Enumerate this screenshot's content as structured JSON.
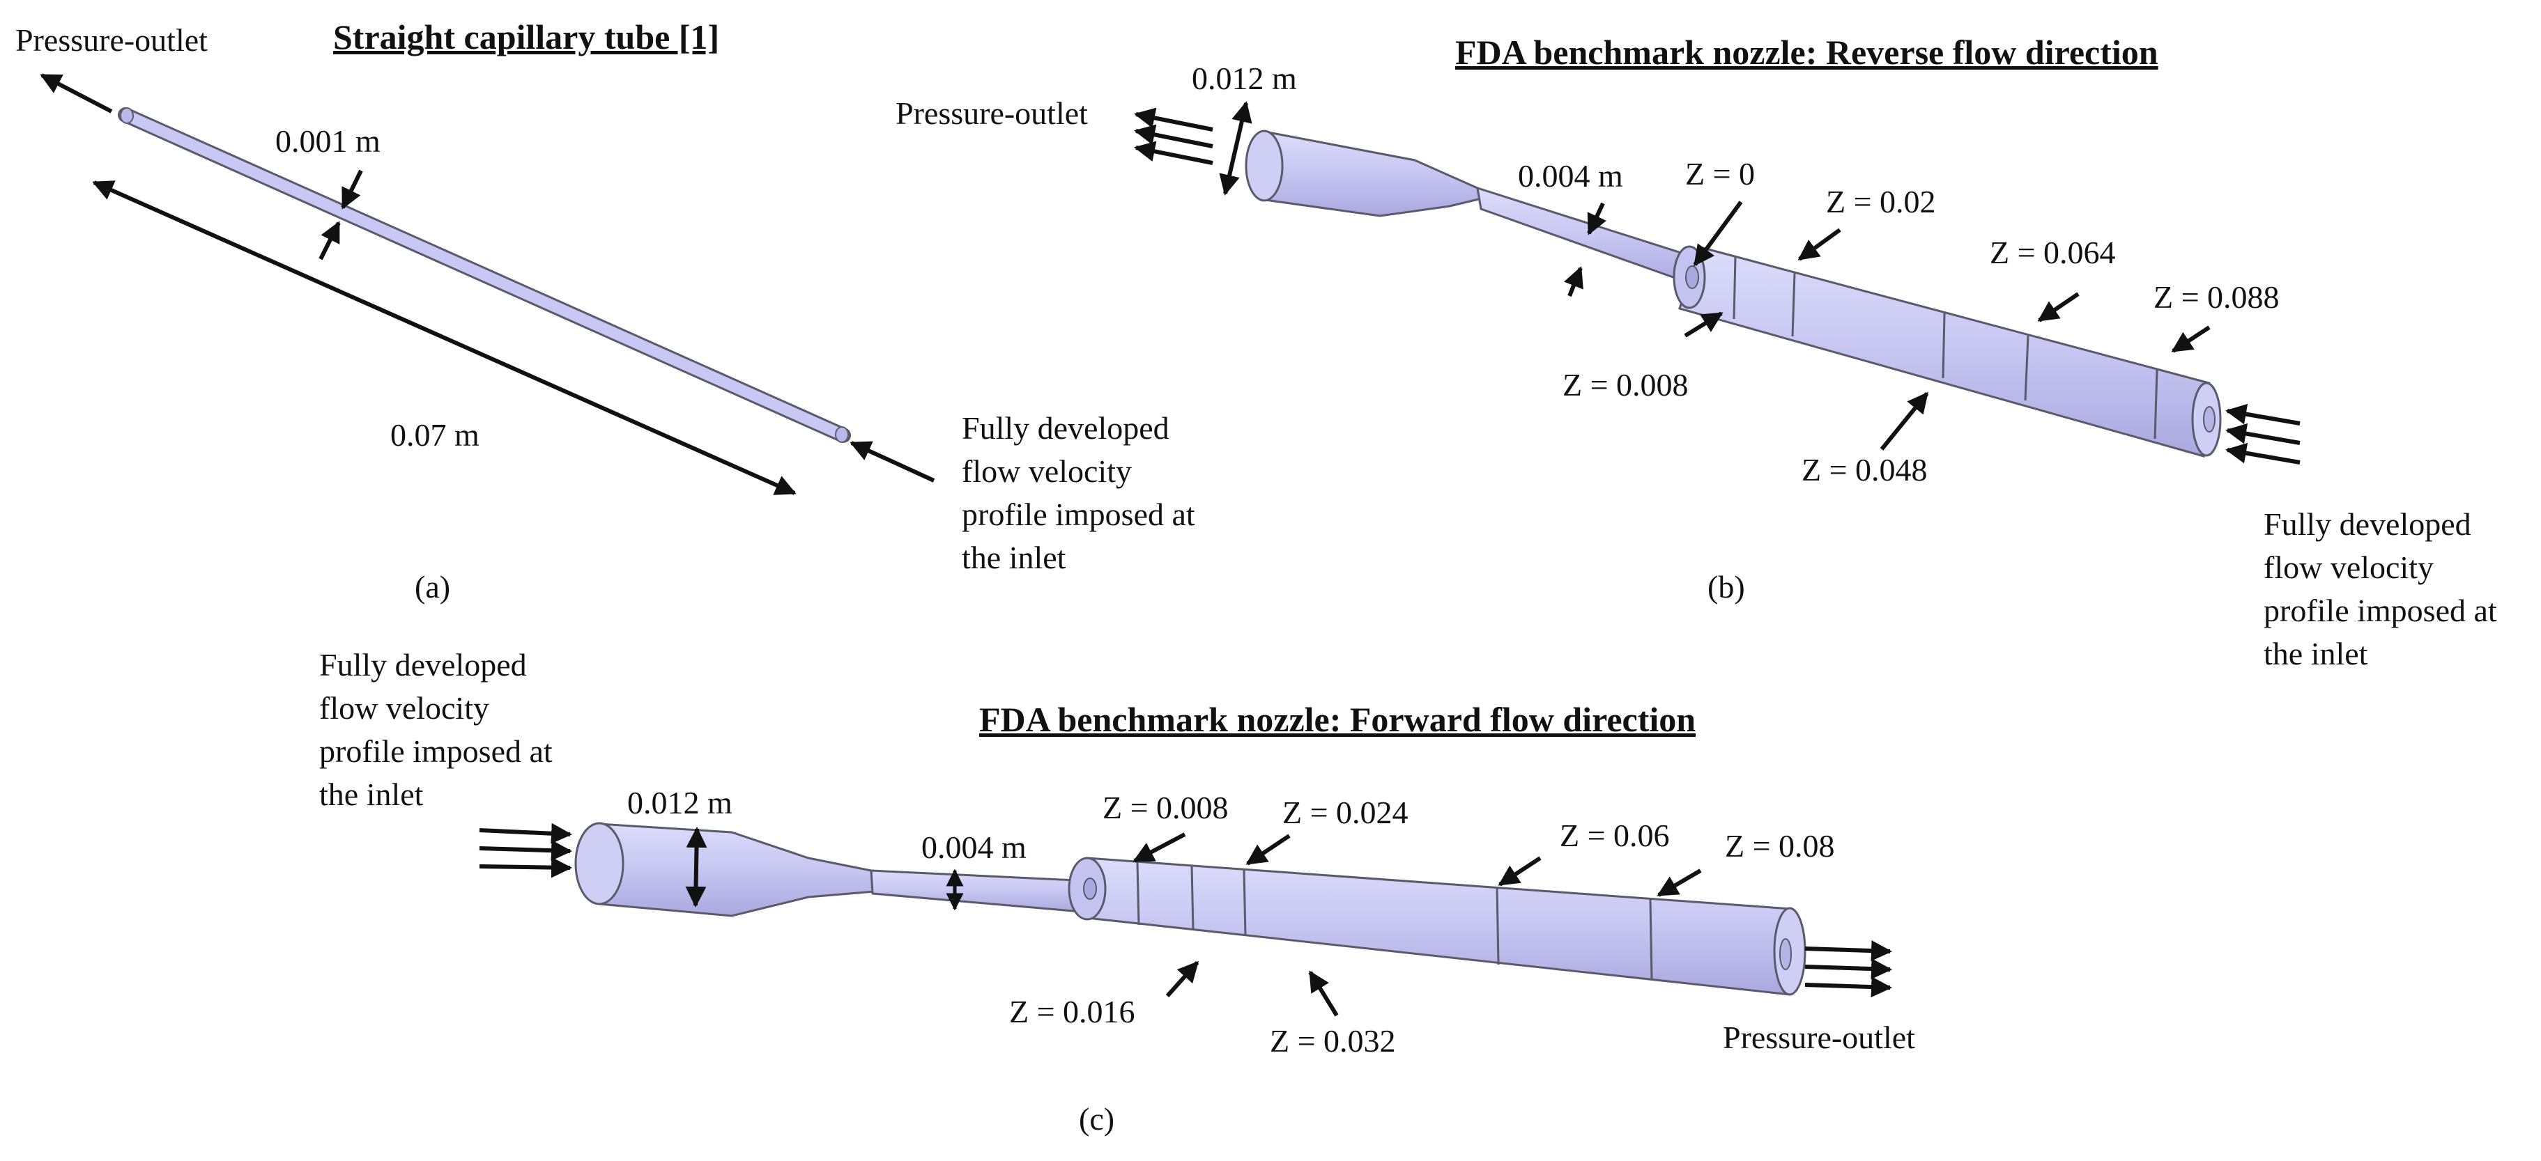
{
  "colors": {
    "body": "#c8c8f4",
    "body_dark": "#9a9ad6",
    "stroke": "#5a5a6a",
    "arrow": "#111111"
  },
  "panel_a": {
    "title": "Straight capillary tube [1]",
    "outlet": "Pressure-outlet",
    "diameter": "0.001 m",
    "length": "0.07 m",
    "inlet_lines": [
      "Fully developed",
      "flow velocity",
      "profile imposed at",
      "the inlet"
    ],
    "caption": "(a)"
  },
  "panel_b": {
    "title": "FDA benchmark nozzle: Reverse flow direction",
    "outlet": "Pressure-outlet",
    "diameter_large": "0.012 m",
    "diameter_small": "0.004 m",
    "z_labels": [
      "Z = 0",
      "Z = 0.02",
      "Z = 0.064",
      "Z = 0.088",
      "Z = 0.008",
      "Z = 0.048"
    ],
    "inlet_lines": [
      "Fully developed",
      "flow velocity",
      "profile imposed at",
      "the inlet"
    ],
    "caption": "(b)"
  },
  "panel_c": {
    "title": "FDA benchmark nozzle: Forward flow direction",
    "inlet_lines": [
      "Fully developed",
      "flow velocity",
      "profile imposed at",
      "the inlet"
    ],
    "diameter_large": "0.012 m",
    "diameter_small": "0.004 m",
    "z_labels": [
      "Z = 0.008",
      "Z = 0.024",
      "Z = 0.06",
      "Z = 0.08",
      "Z = 0.016",
      "Z = 0.032"
    ],
    "outlet": "Pressure-outlet",
    "caption": "(c)"
  }
}
